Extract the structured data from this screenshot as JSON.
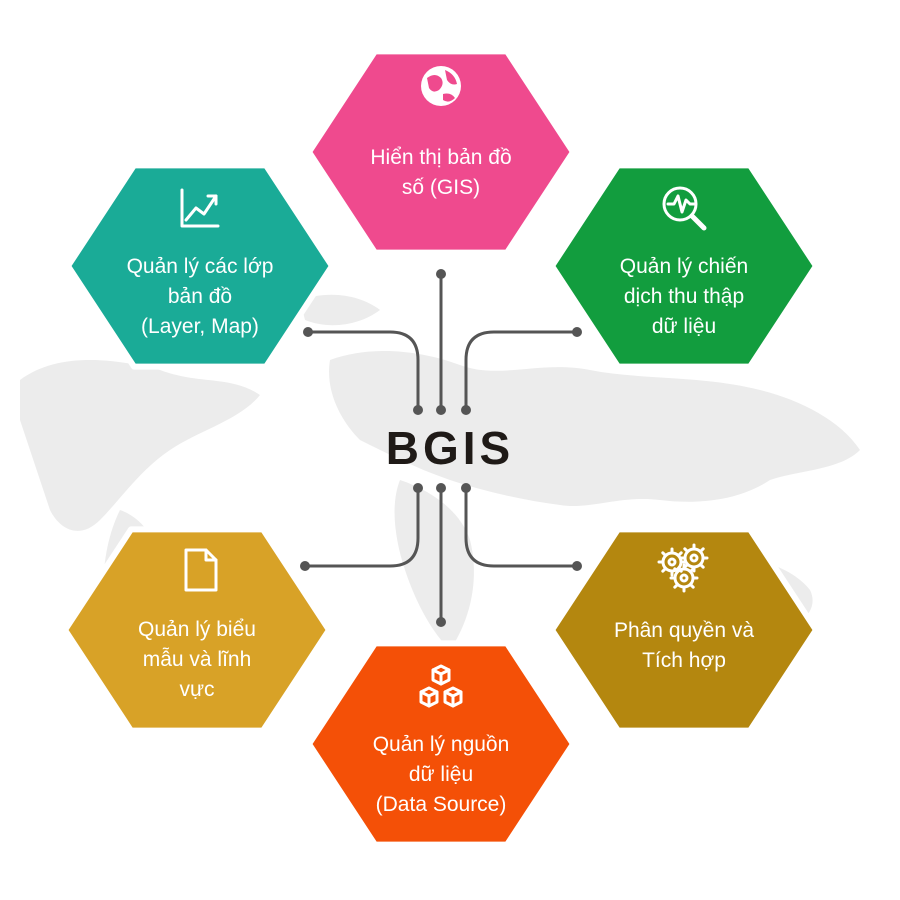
{
  "center": {
    "title": "BGIS"
  },
  "colors": {
    "map_background": "#ebebeb",
    "connector": "#555555",
    "hex_border": "#ffffff",
    "text": "#ffffff",
    "title": "#1f1a17"
  },
  "modules": [
    {
      "key": "gis",
      "label": "Hiển thị bản đồ\nsố (GIS)",
      "color": "#ef4a8e",
      "icon": "globe-icon"
    },
    {
      "key": "layers",
      "label": "Quản lý các lớp\nbản đồ\n(Layer, Map)",
      "color": "#1aab97",
      "icon": "line-chart-icon"
    },
    {
      "key": "campaign",
      "label": "Quản lý chiến\ndịch thu thập\ndữ liệu",
      "color": "#129d3e",
      "icon": "magnifier-pulse-icon"
    },
    {
      "key": "forms",
      "label": "Quản lý biểu\nmẫu và lĩnh\nvực",
      "color": "#d8a227",
      "icon": "document-icon"
    },
    {
      "key": "permissions",
      "label": "Phân quyền và\nTích hợp",
      "color": "#b4870f",
      "icon": "gears-icon"
    },
    {
      "key": "datasource",
      "label": "Quản lý nguồn\ndữ liệu\n(Data Source)",
      "color": "#f45007",
      "icon": "cubes-icon"
    }
  ]
}
